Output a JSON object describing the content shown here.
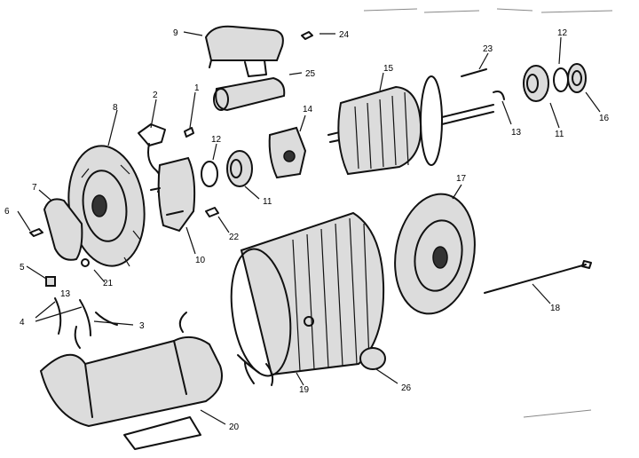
{
  "diagram": {
    "background": "#ffffff",
    "ink": "#111111",
    "callouts": [
      {
        "key": "c1",
        "label": "1"
      },
      {
        "key": "c2",
        "label": "2"
      },
      {
        "key": "c3",
        "label": "3"
      },
      {
        "key": "c4",
        "label": "4"
      },
      {
        "key": "c5",
        "label": "5"
      },
      {
        "key": "c6",
        "label": "6"
      },
      {
        "key": "c7",
        "label": "7"
      },
      {
        "key": "c8",
        "label": "8"
      },
      {
        "key": "c9",
        "label": "9"
      },
      {
        "key": "c10",
        "label": "10"
      },
      {
        "key": "c11a",
        "label": "11"
      },
      {
        "key": "c11b",
        "label": "11"
      },
      {
        "key": "c12a",
        "label": "12"
      },
      {
        "key": "c12b",
        "label": "12"
      },
      {
        "key": "c13a",
        "label": "13"
      },
      {
        "key": "c13b",
        "label": "13"
      },
      {
        "key": "c14",
        "label": "14"
      },
      {
        "key": "c15",
        "label": "15"
      },
      {
        "key": "c16",
        "label": "16"
      },
      {
        "key": "c17",
        "label": "17"
      },
      {
        "key": "c18",
        "label": "18"
      },
      {
        "key": "c19",
        "label": "19"
      },
      {
        "key": "c20",
        "label": "20"
      },
      {
        "key": "c21",
        "label": "21"
      },
      {
        "key": "c22",
        "label": "22"
      },
      {
        "key": "c23",
        "label": "23"
      },
      {
        "key": "c24",
        "label": "24"
      },
      {
        "key": "c25",
        "label": "25"
      },
      {
        "key": "c26",
        "label": "26"
      }
    ]
  }
}
